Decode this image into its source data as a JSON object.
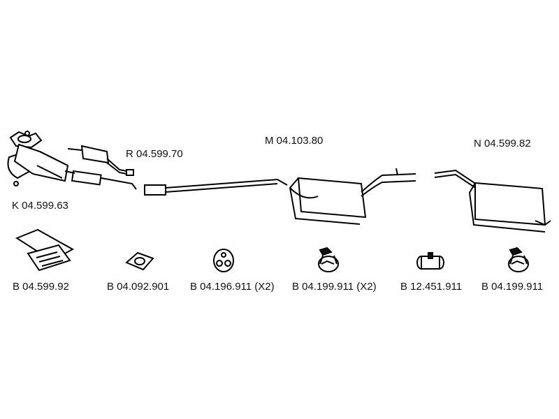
{
  "parts": {
    "k": {
      "label": "K 04.599.63"
    },
    "r": {
      "label": "R 04.599.70"
    },
    "m": {
      "label": "M 04.103.80"
    },
    "n": {
      "label": "N 04.599.82"
    }
  },
  "accessories": [
    {
      "label": "B 04.599.92"
    },
    {
      "label": "B 04.092.901"
    },
    {
      "label": "B 04.196.911 (X2)"
    },
    {
      "label": "B 04.199.911 (X2)"
    },
    {
      "label": "B 12.451.911"
    },
    {
      "label": "B 04.199.911"
    }
  ],
  "icons": [
    "catalytic-converter-icon",
    "front-pipe-icon",
    "middle-silencer-icon",
    "rear-silencer-icon",
    "mounting-kit-icon",
    "gasket-icon",
    "rubber-mount-icon",
    "rubber-hanger-icon",
    "pipe-clamp-icon"
  ]
}
